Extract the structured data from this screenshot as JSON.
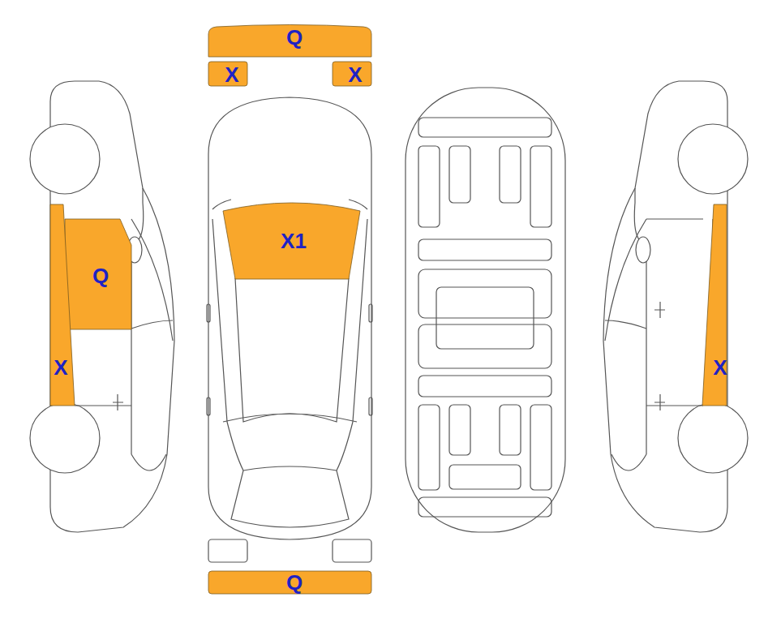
{
  "diagram": {
    "nodes": [
      {
        "text": [
          "Q"
        ]
      },
      {
        "text": [
          "X"
        ]
      },
      {
        "text": [
          "X"
        ]
      },
      {
        "text": [
          "X1"
        ]
      },
      {
        "text": [
          "Q"
        ]
      },
      {
        "text": [
          "X"
        ]
      },
      {
        "text": [
          "X"
        ]
      },
      {
        "text": [
          "Q"
        ]
      }
    ]
  }
}
